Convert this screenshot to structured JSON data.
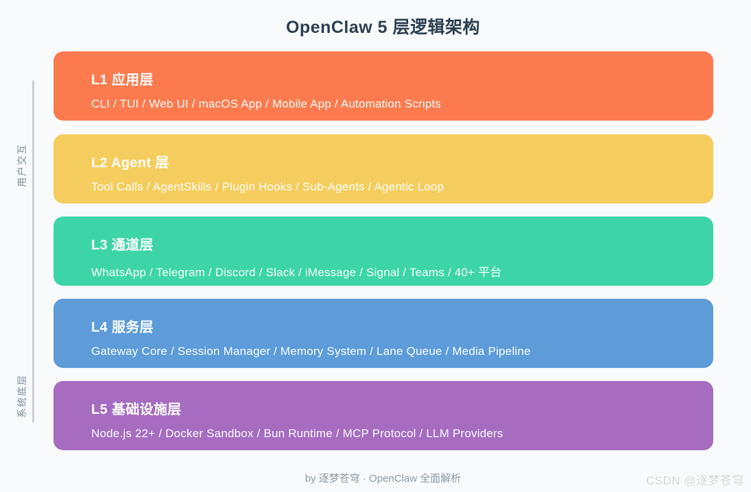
{
  "title": "OpenClaw 5 层逻辑架构",
  "side": {
    "top_label": "用户交互",
    "bottom_label": "系统底层"
  },
  "layers": [
    {
      "tag": "L1",
      "name": "应用层",
      "items": "CLI / TUI / Web UI / macOS App / Mobile App / Automation Scripts",
      "color": "#FC7B4E"
    },
    {
      "tag": "L2 Agent",
      "name": "层",
      "items": "Tool Calls / AgentSkills / Plugin Hooks / Sub-Agents / Agentic Loop",
      "color": "#F5CD5E"
    },
    {
      "tag": "L3",
      "name": "通道层",
      "items": "WhatsApp / Telegram / Discord / Slack / iMessage / Signal / Teams / 40+ 平台",
      "color": "#3DD5A8"
    },
    {
      "tag": "L4",
      "name": "服务层",
      "items": "Gateway Core / Session Manager / Memory System / Lane Queue / Media Pipeline",
      "color": "#5D9BD9"
    },
    {
      "tag": "L5",
      "name": "基础设施层",
      "items": "Node.js 22+ / Docker Sandbox / Bun Runtime / MCP Protocol / LLM Providers",
      "color": "#A56CC0"
    }
  ],
  "footer": {
    "credit": "by 逐梦苍穹 · OpenClaw 全面解析",
    "watermark": "CSDN @逐梦苍穹"
  },
  "colors": {
    "background": "#F8FAFC",
    "title_text": "#2C3E50",
    "band_text": "#FFFFFF",
    "side_text": "#7E8C98",
    "side_line": "#C9D0D7",
    "footer_text": "#8C9BA5",
    "watermark_text": "#D6D6D6"
  }
}
